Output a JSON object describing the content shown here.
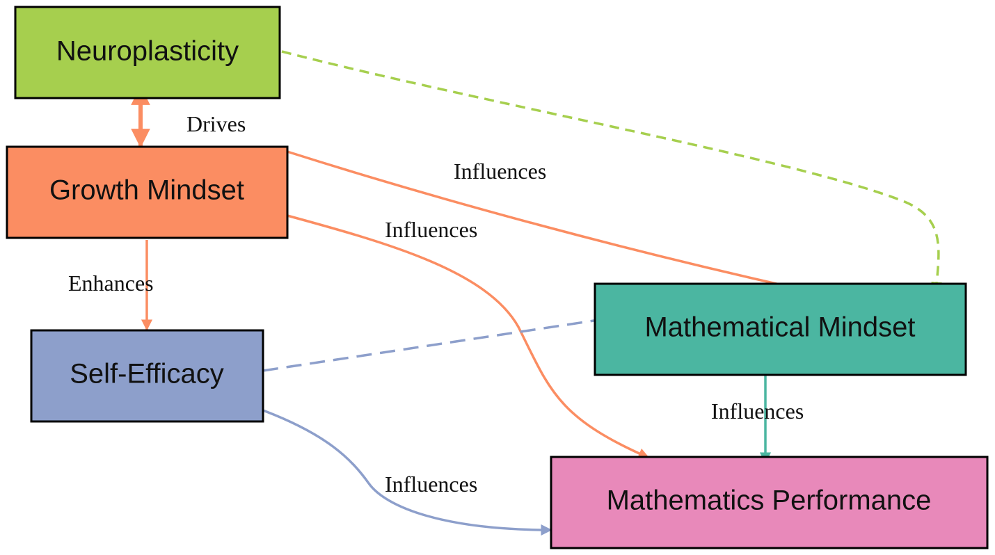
{
  "nodes": {
    "neuroplasticity": {
      "label": "Neuroplasticity",
      "color": "#a6cf4e"
    },
    "growth_mindset": {
      "label": "Growth Mindset",
      "color": "#fb8d62"
    },
    "self_efficacy": {
      "label": "Self-Efficacy",
      "color": "#8d9fcb"
    },
    "mathematical_mindset": {
      "label": "Mathematical Mindset",
      "color": "#4bb6a1"
    },
    "mathematics_performance": {
      "label": "Mathematics Performance",
      "color": "#e889ba"
    }
  },
  "edges": [
    {
      "from": "Neuroplasticity",
      "to": "Growth Mindset",
      "label": "Drives",
      "style": "solid",
      "direction": "both",
      "color": "#fb8d62"
    },
    {
      "from": "Growth Mindset",
      "to": "Mathematical Mindset",
      "label": "Influences",
      "style": "solid",
      "color": "#fb8d62"
    },
    {
      "from": "Growth Mindset",
      "to": "Mathematics Performance",
      "label": "Influences",
      "style": "solid",
      "color": "#fb8d62"
    },
    {
      "from": "Growth Mindset",
      "to": "Self-Efficacy",
      "label": "Enhances",
      "style": "solid",
      "color": "#fb8d62"
    },
    {
      "from": "Self-Efficacy",
      "to": "Mathematical Mindset",
      "label": "",
      "style": "dashed",
      "color": "#8d9fcb"
    },
    {
      "from": "Self-Efficacy",
      "to": "Mathematics Performance",
      "label": "Influences",
      "style": "solid",
      "color": "#8d9fcb"
    },
    {
      "from": "Mathematical Mindset",
      "to": "Mathematics Performance",
      "label": "Influences",
      "style": "solid",
      "color": "#4bb6a1"
    },
    {
      "from": "Neuroplasticity",
      "to": "Mathematical Mindset",
      "label": "",
      "style": "dashed",
      "color": "#a6cf4e"
    }
  ]
}
